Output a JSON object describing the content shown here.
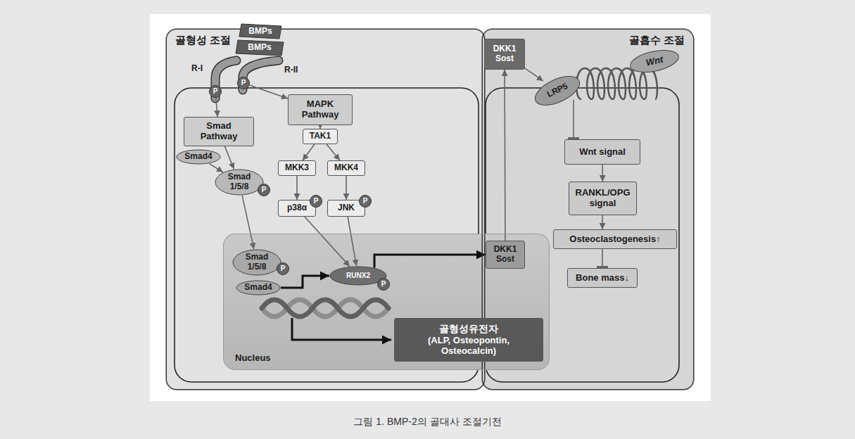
{
  "diagram": {
    "caption": "그림 1. BMP-2의 골대사 조절기전",
    "nodes": [
      {
        "text": [
          "골형성 조절"
        ]
      },
      {
        "text": [
          "골흡수 조절"
        ]
      },
      {
        "text": [
          "BMPs"
        ],
        "in": 0
      },
      {
        "text": [
          "BMPs"
        ],
        "in": 0
      },
      {
        "text": [
          "P"
        ],
        "in": 0
      },
      {
        "text": [
          "P"
        ],
        "in": 0
      },
      {
        "text": [
          "Smad Pathway"
        ],
        "in": 0
      },
      {
        "text": [
          "MAPK Pathway"
        ],
        "in": 0
      },
      {
        "text": [
          "TAK1"
        ],
        "in": 0
      },
      {
        "text": [
          "Smad4"
        ],
        "in": 0
      },
      {
        "text": [
          "Smad 1/5/8"
        ],
        "in": 0
      },
      {
        "text": [
          "P"
        ],
        "in": 0
      },
      {
        "text": [
          "MKK3"
        ],
        "in": 0
      },
      {
        "text": [
          "MKK4"
        ],
        "in": 0
      },
      {
        "text": [
          "p38α"
        ],
        "in": 0
      },
      {
        "text": [
          "P"
        ],
        "in": 0
      },
      {
        "text": [
          "JNK"
        ],
        "in": 0
      },
      {
        "text": [
          "P"
        ],
        "in": 0
      },
      {
        "text": [
          "Nucleus"
        ]
      },
      {
        "text": [
          "Smad 1/5/8"
        ],
        "in": 18
      },
      {
        "text": [
          "P"
        ],
        "in": 18
      },
      {
        "text": [
          "Smad4"
        ],
        "in": 18
      },
      {
        "text": [
          "RUNX2"
        ],
        "in": 18
      },
      {
        "text": [
          "P"
        ],
        "in": 18
      },
      {
        "text": [
          "DKK1 Sost"
        ],
        "in": 18
      },
      {
        "text": [
          "골형성유전자",
          "(ALP, Osteopontin, Osteocalcin)"
        ],
        "in": 18
      },
      {
        "text": [
          "DKK1 Sost"
        ],
        "in": 1
      },
      {
        "text": [
          "LRP5"
        ],
        "in": 1
      },
      {
        "text": [
          "Wnt"
        ],
        "in": 1
      },
      {
        "text": [
          "Wnt signal"
        ],
        "in": 1
      },
      {
        "text": [
          "RANKL/OPG signal"
        ],
        "in": 1
      },
      {
        "text": [
          "Osteoclastogenesis↑"
        ],
        "in": 1
      },
      {
        "text": [
          "Bone mass↓"
        ],
        "in": 1
      }
    ],
    "edges": [
      {
        "from": 4,
        "to": 6,
        "arrow": "to"
      },
      {
        "from": 5,
        "to": 7,
        "arrow": "to"
      },
      {
        "from": 6,
        "to": 10,
        "arrow": "to"
      },
      {
        "from": 9,
        "to": 10,
        "arrow": "to"
      },
      {
        "from": 7,
        "to": 8,
        "arrow": "to"
      },
      {
        "from": 8,
        "to": 12,
        "arrow": "to"
      },
      {
        "from": 8,
        "to": 13,
        "arrow": "to"
      },
      {
        "from": 12,
        "to": 14,
        "arrow": "to"
      },
      {
        "from": 13,
        "to": 16,
        "arrow": "to"
      },
      {
        "from": 10,
        "to": 19,
        "arrow": "to"
      },
      {
        "from": 14,
        "to": 22,
        "arrow": "to"
      },
      {
        "from": 16,
        "to": 22,
        "arrow": "to"
      },
      {
        "from": 21,
        "to": 22,
        "arrow": "to"
      },
      {
        "from": 22,
        "to": 24,
        "arrow": "to"
      },
      {
        "from": 24,
        "to": 26,
        "arrow": "to"
      },
      {
        "from": 26,
        "to": 27,
        "arrow": "to"
      },
      {
        "from": 27,
        "to": 29,
        "arrow": "to"
      },
      {
        "from": 29,
        "to": 30,
        "arrow": "to"
      },
      {
        "from": 30,
        "to": 31,
        "arrow": "to"
      },
      {
        "from": 31,
        "to": 32,
        "arrow": "to"
      }
    ],
    "labels": [
      "R-I",
      "R-II"
    ]
  }
}
